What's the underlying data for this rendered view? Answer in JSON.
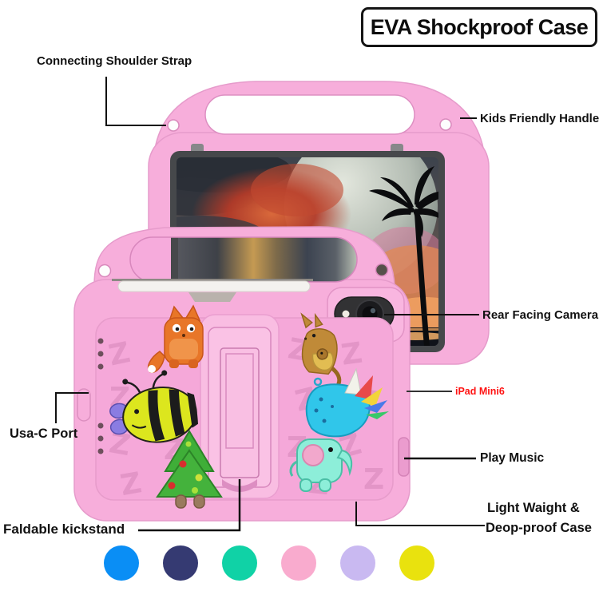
{
  "title": "EVA Shockproof Case",
  "annotations": {
    "shoulder_strap": "Connecting Shoulder Strap",
    "handle": "Kids Friendly Handle",
    "camera": "Rear Facing Camera",
    "model": "iPad Mini6",
    "play_music": "Play Music",
    "weight_line1": "Light Waight &",
    "weight_line2": "Deop-proof Case",
    "usb_port": "Usa-C Port",
    "kickstand": "Faldable kickstand"
  },
  "case": {
    "pattern_letter": "Z",
    "color_pink": "#f7aedb",
    "color_pink_dark": "#e393c4",
    "kickstand_panel": "#f9bde2"
  },
  "colors": {
    "annotation_text": "#111111",
    "model_text": "#ff1212",
    "callout_line": "#111111",
    "title_border": "#151515"
  },
  "swatches": [
    {
      "name": "blue",
      "hex": "#0a8ef5"
    },
    {
      "name": "navy",
      "hex": "#353a72"
    },
    {
      "name": "teal",
      "hex": "#10d2a6"
    },
    {
      "name": "pink",
      "hex": "#f9abce"
    },
    {
      "name": "lavender",
      "hex": "#c9b9f1"
    },
    {
      "name": "yellow",
      "hex": "#e9e20e"
    }
  ]
}
